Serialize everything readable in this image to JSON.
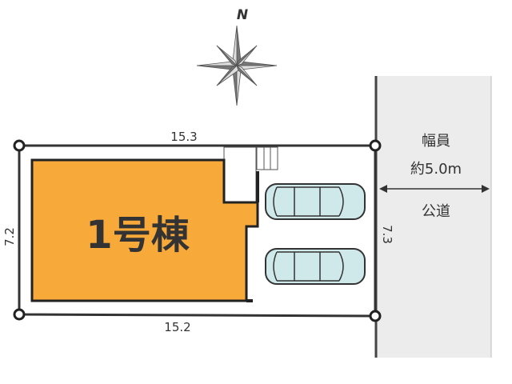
{
  "compass": {
    "north_label": "N"
  },
  "lot": {
    "top_length": "15.3",
    "bottom_length": "15.2",
    "left_length": "7.2",
    "right_length": "7.3"
  },
  "building": {
    "label": "1号棟",
    "fill_color": "#f7a93a"
  },
  "road": {
    "width_label": "幅員",
    "width_value": "約5.0m",
    "type_label": "公道",
    "fill_color": "#ececec"
  },
  "parking": {
    "car_count": 2,
    "car_color": "#cfe9ea"
  }
}
